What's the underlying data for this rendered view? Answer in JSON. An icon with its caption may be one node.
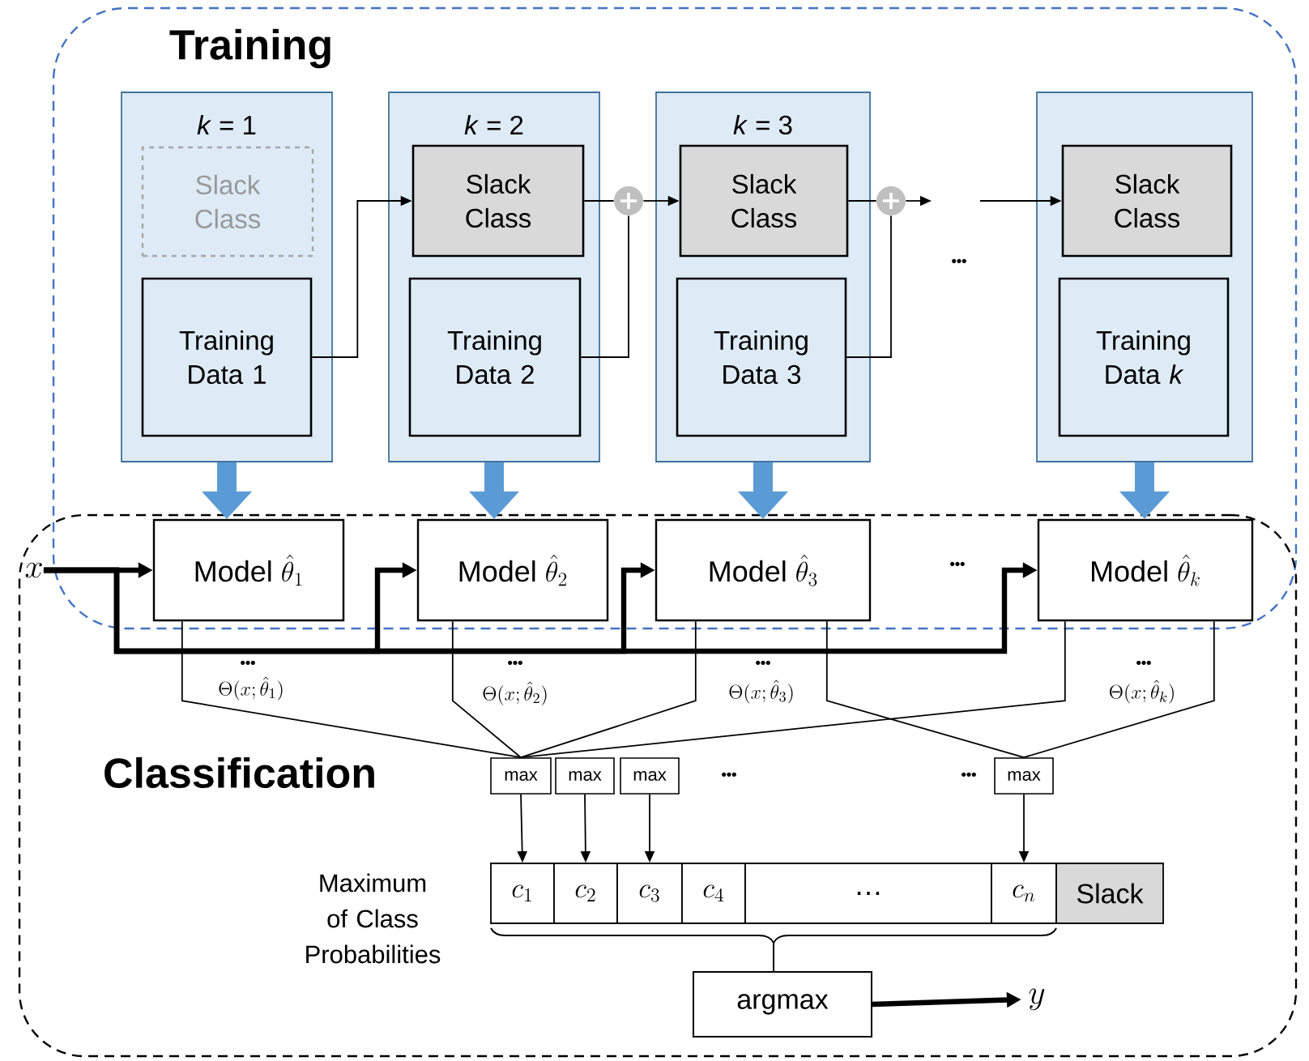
{
  "diagram": {
    "nodes": [
      {
        "text": [
          "Training"
        ]
      },
      {
        "text": [
          "Classification"
        ]
      },
      {
        "text": [
          "*k* = 1"
        ],
        "in": 0
      },
      {
        "text": [
          "Slack Class"
        ],
        "in": 2
      },
      {
        "text": [
          "Training Data 1"
        ],
        "in": 2
      },
      {
        "text": [
          "*k* = 2"
        ],
        "in": 0
      },
      {
        "text": [
          "Slack Class"
        ],
        "in": 5
      },
      {
        "text": [
          "Training Data 2"
        ],
        "in": 5
      },
      {
        "text": [
          "*k* = 3"
        ],
        "in": 0
      },
      {
        "text": [
          "Slack Class"
        ],
        "in": 8
      },
      {
        "text": [
          "Training Data 3"
        ],
        "in": 8
      },
      {
        "text": [],
        "shape": "box",
        "in": 0
      },
      {
        "text": [
          "Slack Class"
        ],
        "in": 11
      },
      {
        "text": [
          "Training Data *k*"
        ],
        "in": 11
      },
      {
        "text": [],
        "shape": "circle",
        "in": 0
      },
      {
        "text": [],
        "shape": "circle",
        "in": 0
      },
      {
        "text": [
          "x"
        ],
        "in": 1
      },
      {
        "text": [
          "\\text{Model }\\hat{\\theta}_1"
        ]
      },
      {
        "text": [
          "\\text{Model }\\hat{\\theta}_2"
        ]
      },
      {
        "text": [
          "\\text{Model }\\hat{\\theta}_3"
        ]
      },
      {
        "text": [
          "\\text{Model }\\hat{\\theta}_k"
        ]
      },
      {
        "text": [
          "max"
        ],
        "in": 1
      },
      {
        "text": [
          "max"
        ],
        "in": 1
      },
      {
        "text": [
          "max"
        ],
        "in": 1
      },
      {
        "text": [
          "max"
        ],
        "in": 1
      },
      {
        "text": [
          "c_1"
        ],
        "in": 1
      },
      {
        "text": [
          "c_2"
        ],
        "in": 1
      },
      {
        "text": [
          "c_3"
        ],
        "in": 1
      },
      {
        "text": [
          "c_4"
        ],
        "in": 1
      },
      {
        "text": [
          "…"
        ],
        "in": 1
      },
      {
        "text": [
          "c_n"
        ],
        "in": 1
      },
      {
        "text": [
          "Slack"
        ],
        "in": 1
      },
      {
        "text": [
          "argmax"
        ],
        "in": 1
      },
      {
        "text": [
          "y"
        ],
        "in": 1
      }
    ],
    "edges": [
      {
        "from": 4,
        "to": 6,
        "arrow": "to"
      },
      {
        "from": 7,
        "to": 14,
        "arrow": "none"
      },
      {
        "from": 6,
        "to": 14,
        "arrow": "none"
      },
      {
        "from": 14,
        "to": 9,
        "arrow": "to"
      },
      {
        "from": 10,
        "to": 15,
        "arrow": "none"
      },
      {
        "from": 9,
        "to": 15,
        "arrow": "none"
      },
      {
        "from": 15,
        "to": null,
        "arrow": "to"
      },
      {
        "from": null,
        "to": 12,
        "arrow": "to"
      },
      {
        "from": 2,
        "to": 17,
        "arrow": "to",
        "style": "thick",
        "color": "#5b9bd5"
      },
      {
        "from": 5,
        "to": 18,
        "arrow": "to",
        "style": "thick",
        "color": "#5b9bd5"
      },
      {
        "from": 8,
        "to": 19,
        "arrow": "to",
        "style": "thick",
        "color": "#5b9bd5"
      },
      {
        "from": 11,
        "to": 20,
        "arrow": "to",
        "style": "thick",
        "color": "#5b9bd5"
      },
      {
        "from": 16,
        "to": 17,
        "arrow": "to",
        "style": "thick"
      },
      {
        "from": 16,
        "to": 18,
        "arrow": "to",
        "style": "thick"
      },
      {
        "from": 16,
        "to": 19,
        "arrow": "to",
        "style": "thick"
      },
      {
        "from": 16,
        "to": 20,
        "arrow": "to",
        "style": "thick"
      },
      {
        "from": 17,
        "to": 21,
        "arrow": "none"
      },
      {
        "from": 18,
        "to": 21,
        "arrow": "none"
      },
      {
        "from": 19,
        "to": 21,
        "arrow": "none"
      },
      {
        "from": 20,
        "to": 21,
        "arrow": "none"
      },
      {
        "from": 19,
        "to": 24,
        "arrow": "none"
      },
      {
        "from": 20,
        "to": 24,
        "arrow": "none"
      },
      {
        "from": 21,
        "to": 25,
        "arrow": "to"
      },
      {
        "from": 22,
        "to": 26,
        "arrow": "to"
      },
      {
        "from": 23,
        "to": 27,
        "arrow": "to"
      },
      {
        "from": 24,
        "to": 30,
        "arrow": "to"
      },
      {
        "from": 32,
        "to": 33,
        "arrow": "to",
        "style": "thick"
      }
    ],
    "labels": [
      "•••",
      "•••",
      "•••",
      "\\Theta(x;\\hat{\\theta}_1)",
      "•••",
      "\\Theta(x;\\hat{\\theta}_2)",
      "•••",
      "\\Theta(x;\\hat{\\theta}_3)",
      "•••",
      "\\Theta(x;\\hat{\\theta}_k)",
      "•••",
      "•••",
      "Maximum of Class Probabilities"
    ]
  }
}
